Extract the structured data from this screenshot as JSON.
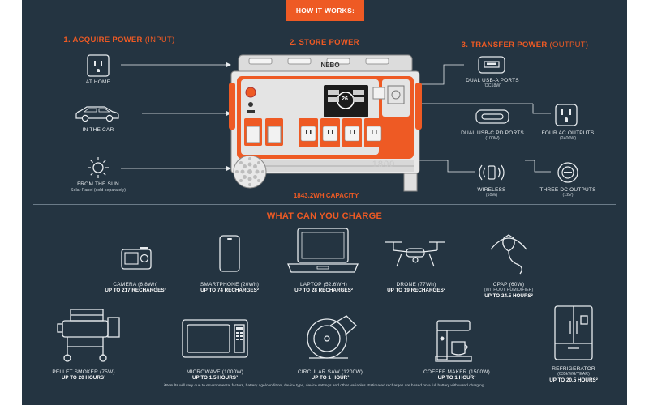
{
  "badge": "HOW IT WORKS:",
  "sections": {
    "acquire": {
      "title": "1. ACQUIRE POWER",
      "note": "(INPUT)"
    },
    "store": {
      "title": "2. STORE POWER"
    },
    "transfer": {
      "title": "3. TRANSFER POWER",
      "note": "(OUTPUT)"
    }
  },
  "inputs": {
    "home": "AT HOME",
    "car": "IN THE CAR",
    "sun": "FROM THE SUN",
    "sun_note": "Solar Panel (sold separately)"
  },
  "station": {
    "brand": "NEBO",
    "model": "1800",
    "screen_value": "26",
    "capacity": "1843.2WH CAPACITY"
  },
  "outputs": {
    "usba": {
      "label": "DUAL USB-A PORTS",
      "spec": "(QC18W)"
    },
    "usbc": {
      "label": "DUAL USB-C PD PORTS",
      "spec": "(100W)"
    },
    "ac": {
      "label": "FOUR AC OUTPUTS",
      "spec": "(2400W)"
    },
    "wireless": {
      "label": "WIRELESS",
      "spec": "(10W)"
    },
    "dc": {
      "label": "THREE DC OUTPUTS",
      "spec": "(12V)"
    }
  },
  "charge_title": "WHAT CAN YOU CHARGE",
  "devices": {
    "camera": {
      "label": "CAMERA (6.8Wh)",
      "stat": "UP TO 217 RECHARGES²"
    },
    "smartphone": {
      "label": "SMARTPHONE (20Wh)",
      "stat": "UP TO 74 RECHARGES²"
    },
    "laptop": {
      "label": "LAPTOP (52.6WH)",
      "stat": "UP TO 28 RECHARGES²"
    },
    "drone": {
      "label": "DRONE (77Wh)",
      "stat": "UP TO 19 RECHARGES²"
    },
    "cpap": {
      "label": "CPAP (60W)",
      "note": "(WITHOUT HUMIDIFIER)",
      "stat": "UP TO 24.5 HOURS²"
    },
    "smoker": {
      "label": "PELLET SMOKER (75W)",
      "stat": "UP TO 20 HOURS²"
    },
    "microwave": {
      "label": "MICROWAVE (1000W)",
      "stat": "UP TO 1.5 HOURS²"
    },
    "saw": {
      "label": "CIRCULAR SAW (1200W)",
      "stat": "UP TO 1 HOUR²"
    },
    "coffee": {
      "label": "COFFEE MAKER (1500W)",
      "stat": "UP TO 1 HOUR²"
    },
    "fridge": {
      "label": "REFRIGERATOR",
      "note": "(635kWH/YEAR)",
      "stat": "UP TO 20.5 HOURS²"
    }
  },
  "footnote": "²Results will vary due to environmental factors, battery age/condition, device type, device settings and other variables. Estimated recharges are based on a full battery with wired charging.",
  "colors": {
    "background": "#243441",
    "accent": "#ee5a24",
    "line": "#e8ecef"
  }
}
